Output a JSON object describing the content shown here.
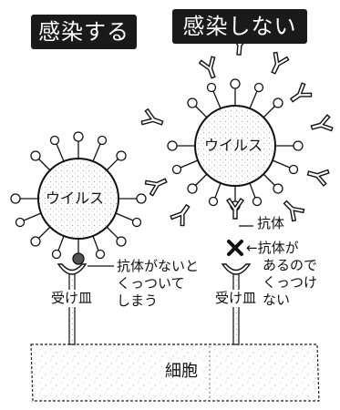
{
  "titles": {
    "infect": "感染する",
    "no_infect": "感染しない"
  },
  "labels": {
    "virus_left": "ウイルス",
    "virus_right": "ウイルス",
    "antibody": "抗体",
    "receptor_left": "受け皿",
    "receptor_right": "受け皿",
    "cell": "細胞",
    "note_left": [
      "抗体がないと",
      "くっついて",
      "しまう"
    ],
    "note_right": [
      "←抗体が",
      "あるので",
      "くっつけ",
      "ない"
    ]
  },
  "icons": {
    "block_mark": "x-mark-icon",
    "arrow": "left-arrow-icon"
  },
  "colors": {
    "badge_bg": "#1a1a1a",
    "badge_text": "#ffffff",
    "ink": "#111111",
    "cell_speckle": "#bdbdbd"
  }
}
